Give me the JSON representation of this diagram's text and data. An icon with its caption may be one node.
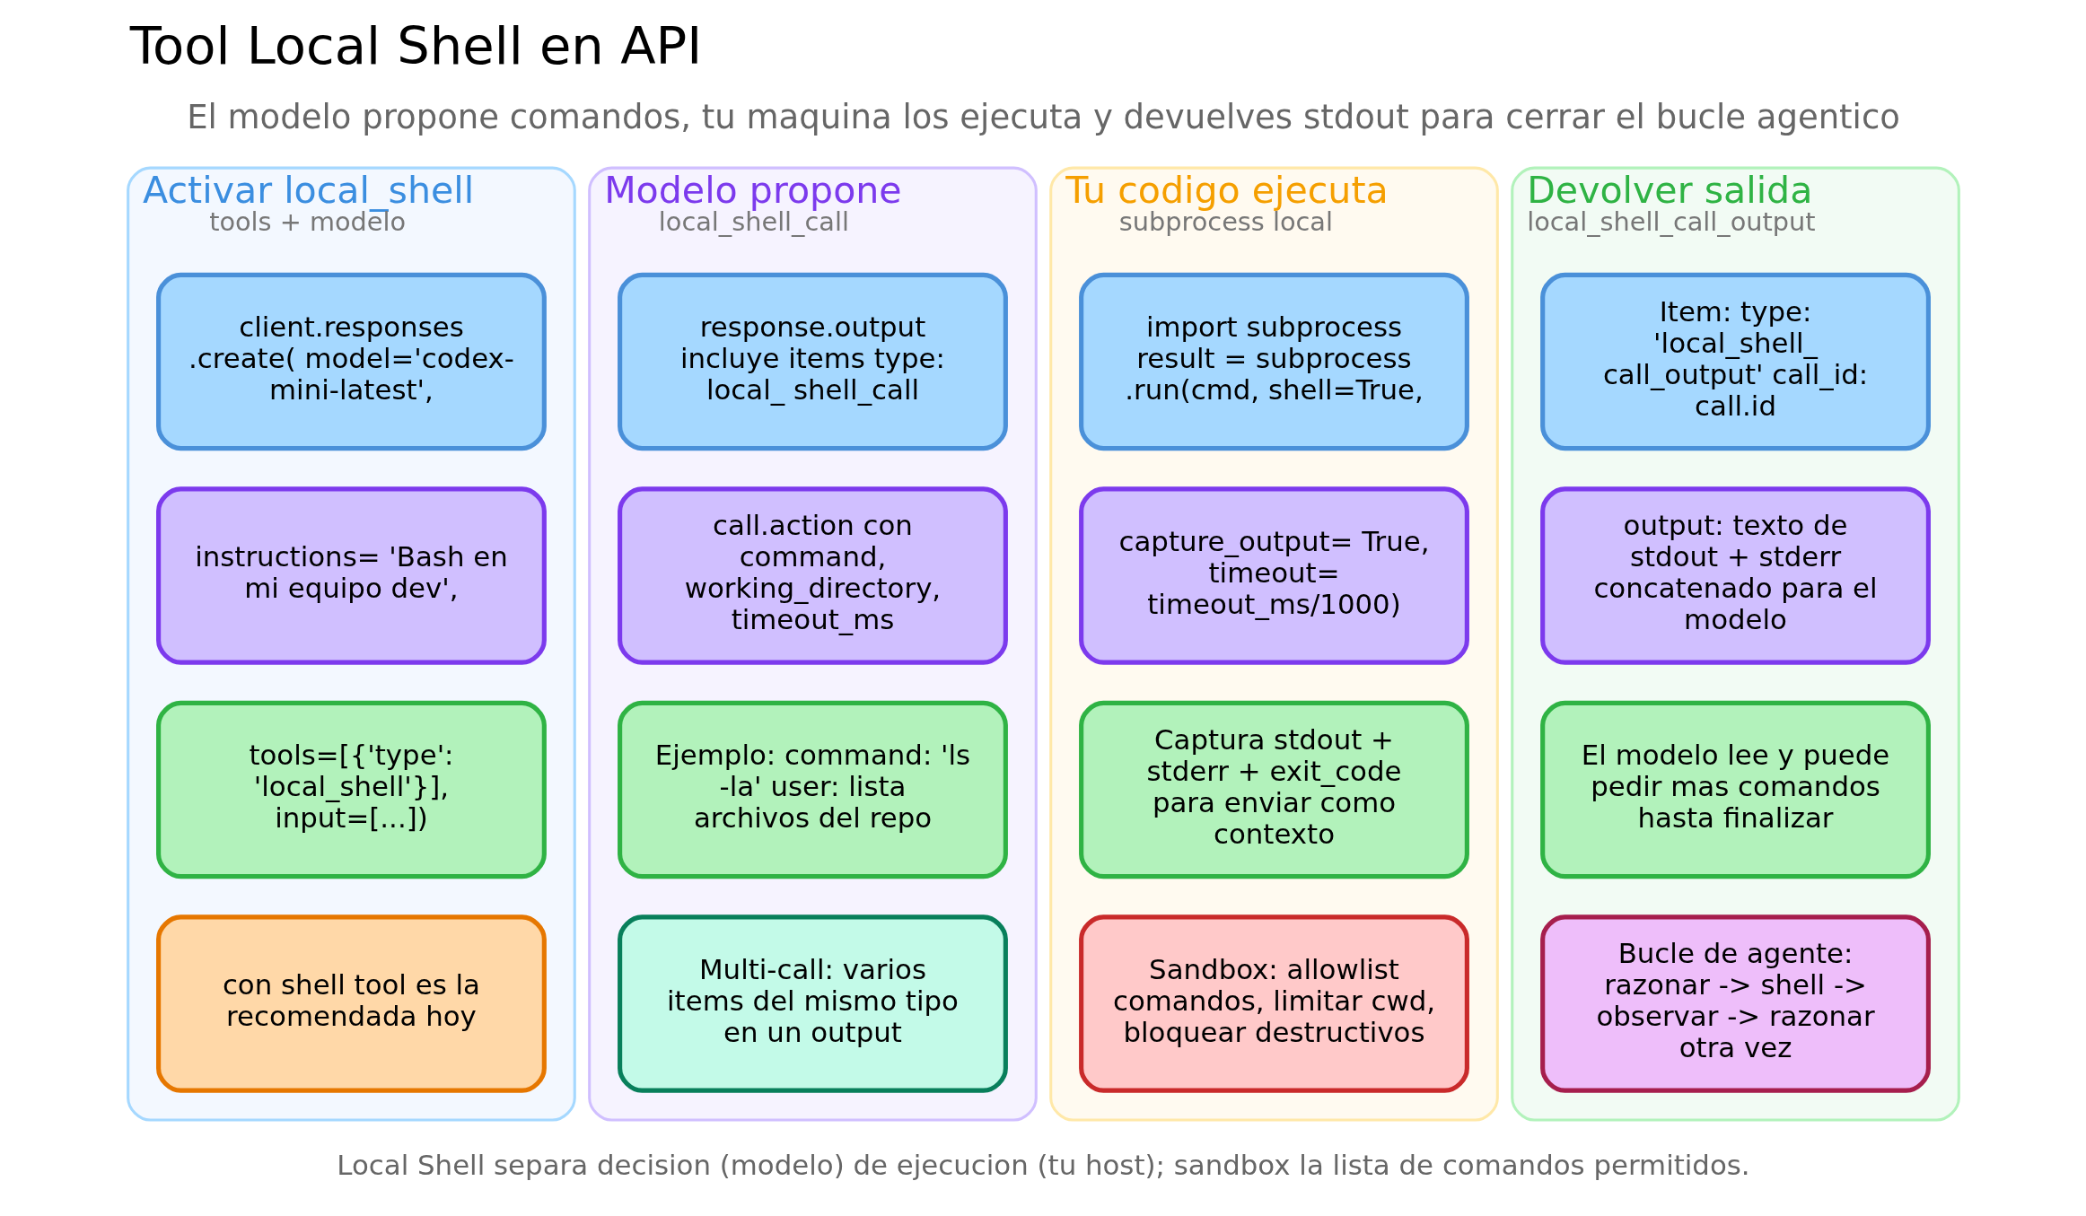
{
  "diagram": {
    "title": "Tool Local Shell en API",
    "caption": "Local Shell separa decision (modelo) de ejecucion (tu host); sandbox la lista de comandos permitidos.",
    "nodes": [
      {
        "text": [
          "Activar local_shell",
          "tools + modelo"
        ]
      },
      {
        "text": [
          "client.responses .create( model='codex- mini-latest',"
        ],
        "in": 0
      },
      {
        "text": [
          "instructions= 'Bash en mi equipo dev',"
        ],
        "in": 0
      },
      {
        "text": [
          "tools=[{'type': 'local_shell'}], input=[...])"
        ],
        "in": 0
      },
      {
        "text": [
          "con shell tool es la recomendada hoy"
        ],
        "in": 0
      },
      {
        "text": [
          "Modelo propone",
          "local_shell_call"
        ]
      },
      {
        "text": [
          "response.output incluye items type: local_ shell_call"
        ],
        "in": 5
      },
      {
        "text": [
          "call.action con command, working_directory, timeout_ms"
        ],
        "in": 5
      },
      {
        "text": [
          "Ejemplo: command: 'ls -la' user: lista archivos del repo"
        ],
        "in": 5
      },
      {
        "text": [
          "Multi-call: varios items del mismo tipo en un output"
        ],
        "in": 5
      },
      {
        "text": [
          "Tu codigo ejecuta",
          "subprocess local"
        ]
      },
      {
        "text": [
          "import subprocess result = subprocess .run(cmd, shell=True,"
        ],
        "in": 10
      },
      {
        "text": [
          "capture_output= True, timeout= timeout_ms/1000)"
        ],
        "in": 10
      },
      {
        "text": [
          "Captura stdout + stderr + exit_code para enviar como contexto"
        ],
        "in": 10
      },
      {
        "text": [
          "Sandbox: allowlist comandos, limitar cwd, bloquear destructivos"
        ],
        "in": 10
      },
      {
        "text": [
          "Devolver salida",
          "local_shell_call_output"
        ]
      },
      {
        "text": [
          "Item: type: 'local_shell_ call_output' call_id: call.id"
        ],
        "in": 15
      },
      {
        "text": [
          "output: texto de stdout + stderr concatenado para el modelo"
        ],
        "in": 15
      },
      {
        "text": [
          "El modelo lee y puede pedir mas comandos hasta finalizar"
        ],
        "in": 15
      },
      {
        "text": [
          "Bucle de agente: razonar -> shell -> observar -> razonar otra vez"
        ],
        "in": 15
      }
    ],
    "labels": [
      "El modelo propone comandos, tu maquina los ejecuta y devuelves stdout para cerrar el bucle agentico"
    ]
  }
}
